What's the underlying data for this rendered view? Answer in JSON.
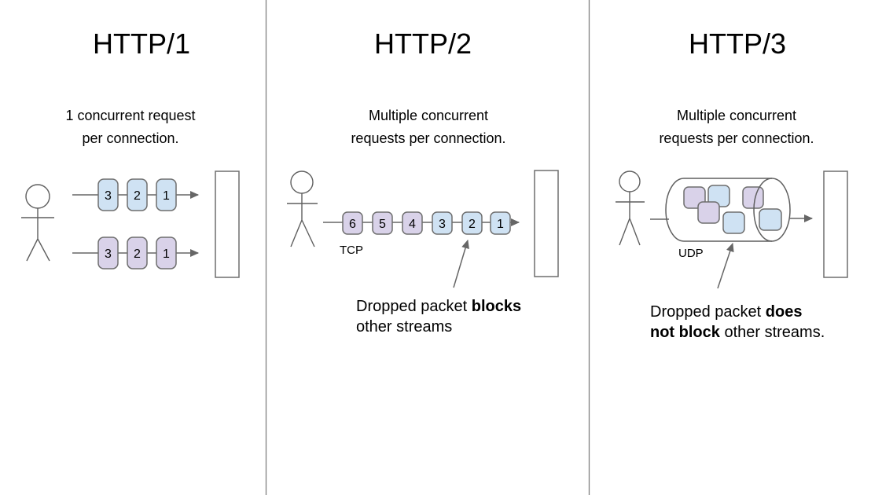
{
  "colors": {
    "packet_blue": "#cfe2f3",
    "packet_purple": "#d9d2e9",
    "line": "#666666",
    "divider": "#808080",
    "text": "#000000"
  },
  "http1": {
    "title": "HTTP/1",
    "subtitle": "1 concurrent request\nper connection.",
    "row1_packets": [
      "3",
      "2",
      "1"
    ],
    "row2_packets": [
      "3",
      "2",
      "1"
    ]
  },
  "http2": {
    "title": "HTTP/2",
    "subtitle": "Multiple concurrent\nrequests per connection.",
    "packets": [
      "6",
      "5",
      "4",
      "3",
      "2",
      "1"
    ],
    "transport_label": "TCP",
    "annotation": {
      "line1_pre": "Dropped packet ",
      "line1_bold": "blocks",
      "line2": "other streams"
    }
  },
  "http3": {
    "title": "HTTP/3",
    "subtitle": "Multiple concurrent\nrequests per connection.",
    "transport_label": "UDP",
    "annotation": {
      "line1_pre": "Dropped packet ",
      "line1_bold": "does",
      "line2_bold": "not block",
      "line2_post": " other streams."
    }
  }
}
